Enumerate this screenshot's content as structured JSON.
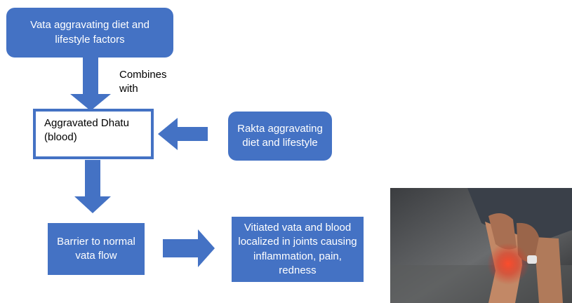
{
  "diagram": {
    "nodes": {
      "vata_diet": {
        "text": "Vata aggravating diet and\nlifestyle factors"
      },
      "dhatu": {
        "text": "Aggravated Dhatu\n(blood)"
      },
      "rakta_diet": {
        "text": "Rakta aggravating\ndiet and lifestyle"
      },
      "barrier": {
        "text": "Barrier to normal\nvata flow"
      },
      "vitiated": {
        "text": "Vitiated vata and blood\nlocalized in joints causing\ninflammation, pain,\nredness"
      }
    },
    "edge_label": "Combines\nwith",
    "edges": [
      {
        "from": "vata_diet",
        "to": "dhatu"
      },
      {
        "from": "rakta_diet",
        "to": "dhatu"
      },
      {
        "from": "dhatu",
        "to": "barrier"
      },
      {
        "from": "barrier",
        "to": "vitiated"
      }
    ]
  },
  "image": {
    "subject": "knee-pain-photo"
  },
  "colors": {
    "box_fill": "#4472c4",
    "box_text": "#ffffff",
    "highlight": "#e0301e"
  }
}
